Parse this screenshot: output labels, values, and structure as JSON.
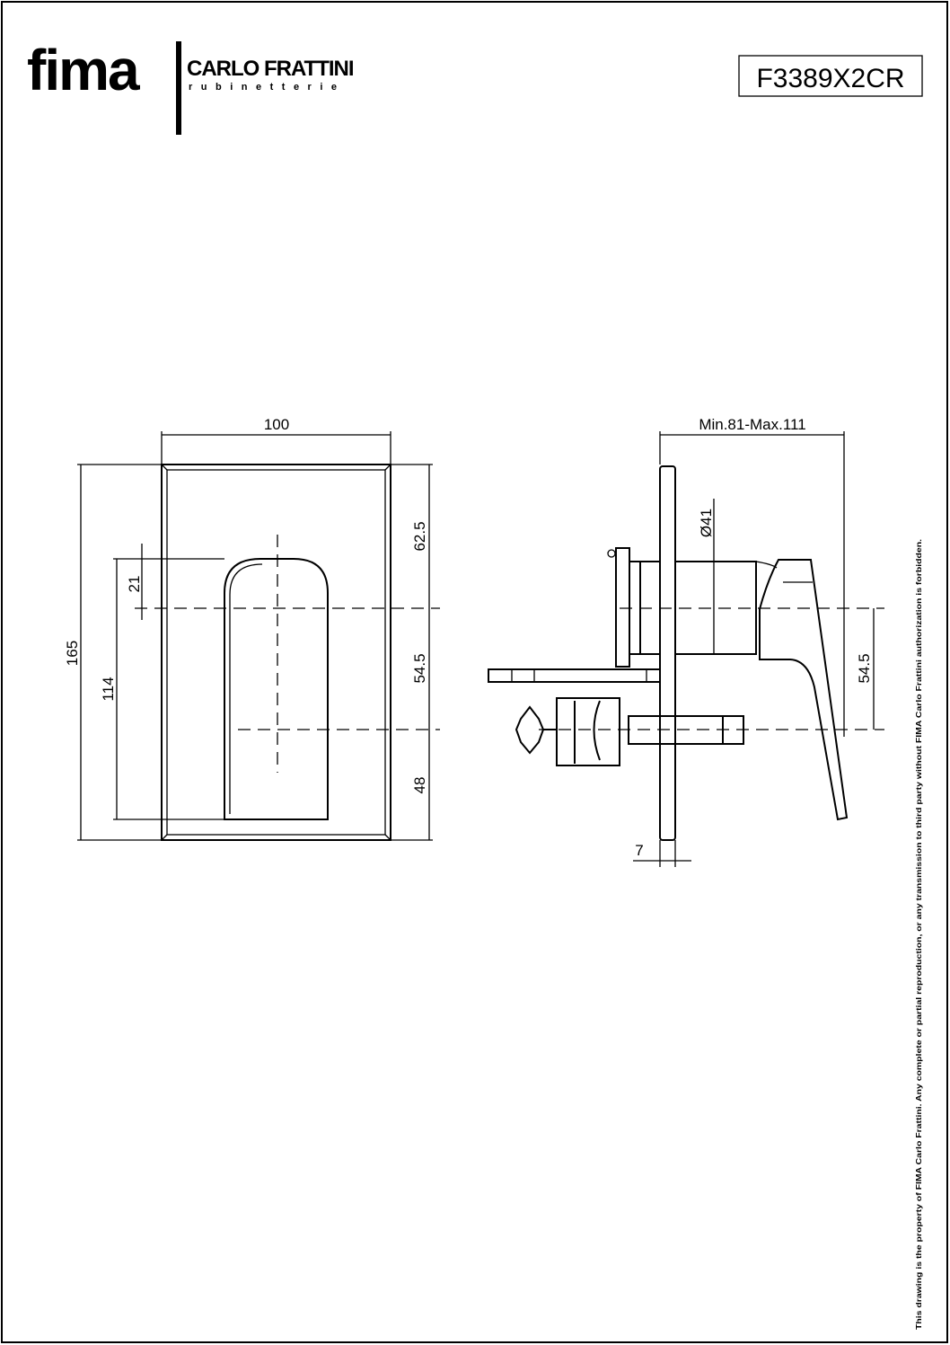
{
  "header": {
    "logo_brand": "fima",
    "logo_name": "CARLO FRATTINI",
    "logo_sub": "rubinetterie",
    "product_code": "F3389X2CR"
  },
  "front_view": {
    "width": "100",
    "height_total": "165",
    "handle_height": "114",
    "offset_top": "21",
    "dim_upper": "62.5",
    "dim_middle": "54.5",
    "dim_lower": "48"
  },
  "side_view": {
    "depth_range": "Min.81-Max.111",
    "diameter": "Ø41",
    "axis_distance": "54.5",
    "plate_thickness": "7"
  },
  "disclaimer": "This drawing is the property of FIMA Carlo Frattini. Any complete or partial reproduction, or any transmission to third party without FIMA Carlo Frattini authorization is forbidden."
}
